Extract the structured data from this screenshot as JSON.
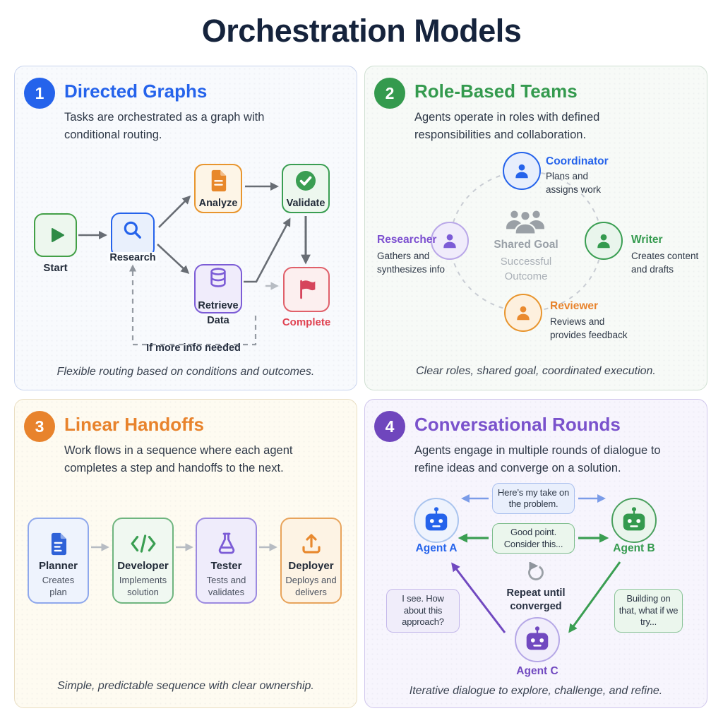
{
  "page": {
    "title": "Orchestration Models"
  },
  "q1": {
    "number": "1",
    "title": "Directed Graphs",
    "description": "Tasks are orchestrated as a graph with conditional routing.",
    "nodes": {
      "start": "Start",
      "research": "Research",
      "analyze": "Analyze",
      "validate": "Validate",
      "retrieve": "Retrieve Data",
      "complete": "Complete"
    },
    "loop_label": "If more info needed",
    "caption": "Flexible routing based on conditions and outcomes.",
    "accent_color": "#2563eb"
  },
  "q2": {
    "number": "2",
    "title": "Role-Based Teams",
    "description": "Agents operate in roles with defined responsibilities and collaboration.",
    "center": {
      "title": "Shared Goal",
      "subtitle": "Successful Outcome"
    },
    "roles": [
      {
        "name": "Coordinator",
        "desc": "Plans and assigns work",
        "color": "#2563eb"
      },
      {
        "name": "Researcher",
        "desc": "Gathers and synthesizes info",
        "color": "#7c4fd0"
      },
      {
        "name": "Writer",
        "desc": "Creates content and drafts",
        "color": "#349a4e"
      },
      {
        "name": "Reviewer",
        "desc": "Reviews and provides feedback",
        "color": "#e8832c"
      }
    ],
    "caption": "Clear roles, shared goal, coordinated execution.",
    "accent_color": "#349a4e"
  },
  "q3": {
    "number": "3",
    "title": "Linear Handoffs",
    "description": "Work flows in a sequence where each agent completes a step and handoffs to the next.",
    "steps": [
      {
        "name": "Planner",
        "desc": "Creates plan"
      },
      {
        "name": "Developer",
        "desc": "Implements solution"
      },
      {
        "name": "Tester",
        "desc": "Tests and validates"
      },
      {
        "name": "Deployer",
        "desc": "Deploys and delivers"
      }
    ],
    "caption": "Simple, predictable sequence with clear ownership.",
    "accent_color": "#e8832c"
  },
  "q4": {
    "number": "4",
    "title": "Conversational Rounds",
    "description": "Agents engage in multiple rounds of dialogue to refine ideas and converge on a solution.",
    "agents": {
      "a": "Agent A",
      "b": "Agent B",
      "c": "Agent C"
    },
    "bubbles": {
      "take": "Here’s my take on the problem.",
      "consider": "Good point. Consider this...",
      "approach": "I see. How about this approach?",
      "building": "Building on that, what if we try..."
    },
    "loop_label": "Repeat until converged",
    "caption": "Iterative dialogue to explore, challenge, and refine.",
    "accent_color": "#7a52cc"
  }
}
